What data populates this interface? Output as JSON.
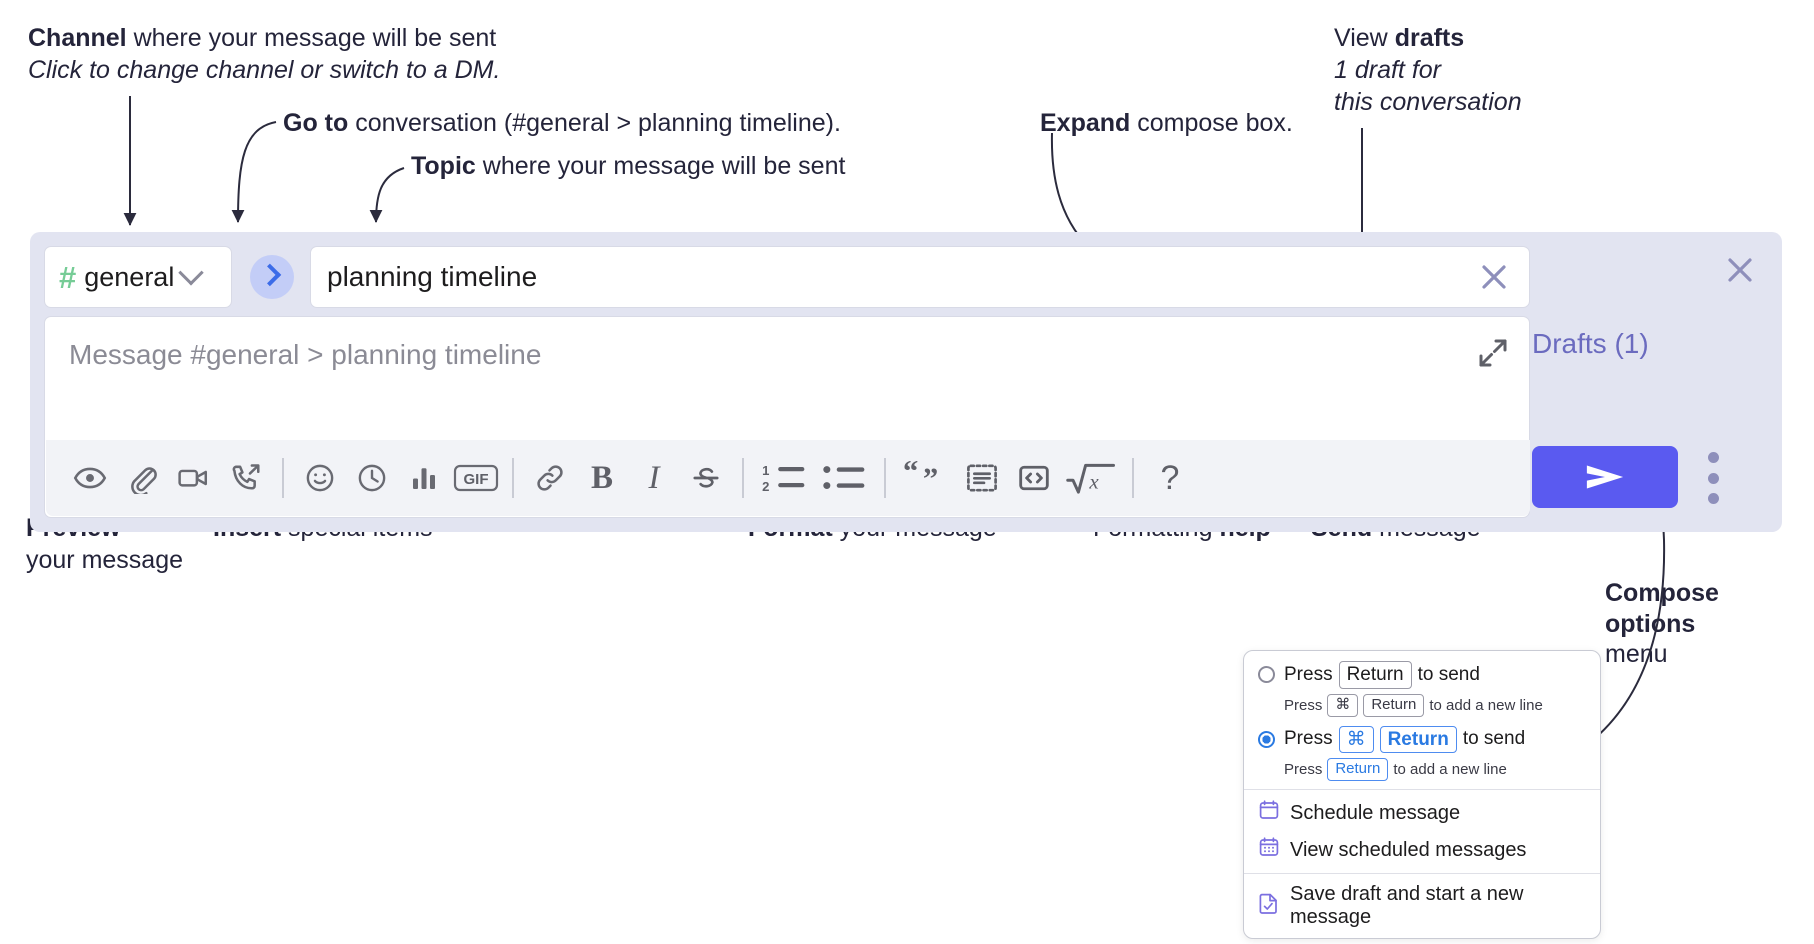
{
  "annotations": {
    "channel": {
      "bold": "Channel",
      "rest": " where your message will be sent",
      "italic": "Click to change channel or switch to a DM."
    },
    "goto": {
      "bold": "Go to",
      "rest": " conversation (#general > planning timeline)."
    },
    "topic": {
      "bold": "Topic",
      "rest": " where your message will be sent"
    },
    "expand": {
      "bold": "Expand",
      "rest": " compose box."
    },
    "drafts": {
      "plain": "View ",
      "bold": "drafts",
      "italic_line1": "1 draft for",
      "italic_line2": "this conversation"
    },
    "preview": {
      "bold": "Preview",
      "line2": "your message"
    },
    "insert": {
      "bold": "Insert",
      "rest": " special items"
    },
    "format": {
      "bold": "Format",
      "rest": " your message"
    },
    "help": {
      "plain": "Formatting ",
      "bold": "help"
    },
    "send": {
      "bold": "Send",
      "rest": " message"
    },
    "compose_options": {
      "bold1": "Compose",
      "bold2": "options",
      "plain": "menu"
    }
  },
  "compose": {
    "channel": {
      "hash": "#",
      "name": "general",
      "chevron": "chevron-down"
    },
    "goto_button": "chevron-right",
    "topic": {
      "value": "planning timeline",
      "clear": "×"
    },
    "message": {
      "placeholder": "Message #general > planning timeline"
    },
    "expand_label": "expand-compose",
    "close_label": "close-compose",
    "drafts_label": "Drafts (1)",
    "send_label": "send",
    "kebab_label": "compose-options",
    "toolbar": [
      {
        "name": "preview-icon",
        "label": "Preview"
      },
      {
        "name": "attachment-icon",
        "label": "Attach file"
      },
      {
        "name": "video-icon",
        "label": "Record video clip"
      },
      {
        "name": "audio-call-icon",
        "label": "Record audio clip"
      },
      {
        "name": "separator",
        "label": ""
      },
      {
        "name": "emoji-icon",
        "label": "Emoji"
      },
      {
        "name": "clock-icon",
        "label": "Reminder"
      },
      {
        "name": "poll-icon",
        "label": "Poll"
      },
      {
        "name": "gif-icon",
        "label": "GIF"
      },
      {
        "name": "separator",
        "label": ""
      },
      {
        "name": "link-icon",
        "label": "Link"
      },
      {
        "name": "bold-icon",
        "label": "B"
      },
      {
        "name": "italic-icon",
        "label": "I"
      },
      {
        "name": "strikethrough-icon",
        "label": "Strikethrough"
      },
      {
        "name": "separator",
        "label": ""
      },
      {
        "name": "ordered-list-icon",
        "label": "Ordered list"
      },
      {
        "name": "bulleted-list-icon",
        "label": "Bulleted list"
      },
      {
        "name": "separator",
        "label": ""
      },
      {
        "name": "blockquote-icon",
        "label": "Blockquote"
      },
      {
        "name": "code-block-icon",
        "label": "Code block"
      },
      {
        "name": "code-icon",
        "label": "Code"
      },
      {
        "name": "math-icon",
        "label": "Math"
      },
      {
        "name": "separator",
        "label": ""
      },
      {
        "name": "help-icon",
        "label": "?"
      }
    ]
  },
  "options_menu": {
    "option1": {
      "selected": false,
      "press": "Press",
      "key": "Return",
      "to_send": "to send",
      "sub_press": "Press",
      "sub_key1": "⌘",
      "sub_key2": "Return",
      "sub_rest": "to add a new line"
    },
    "option2": {
      "selected": true,
      "press": "Press",
      "key1": "⌘",
      "key2": "Return",
      "to_send": "to send",
      "sub_press": "Press",
      "sub_key": "Return",
      "sub_rest": "to add a new line"
    },
    "items": [
      {
        "icon": "calendar-schedule-icon",
        "label": "Schedule message"
      },
      {
        "icon": "calendar-list-icon",
        "label": "View scheduled messages"
      },
      {
        "icon": "save-draft-icon",
        "label": "Save draft and start a new message"
      }
    ]
  },
  "colors": {
    "panel_bg": "#e2e4f1",
    "send_button": "#5a5af0",
    "hash_green": "#76cc96",
    "goto_blue": "#3c6ce8",
    "drafts_purple": "#6b6bbf",
    "radio_blue": "#2a7ae2",
    "menu_icon_purple": "#7b6fe0"
  }
}
